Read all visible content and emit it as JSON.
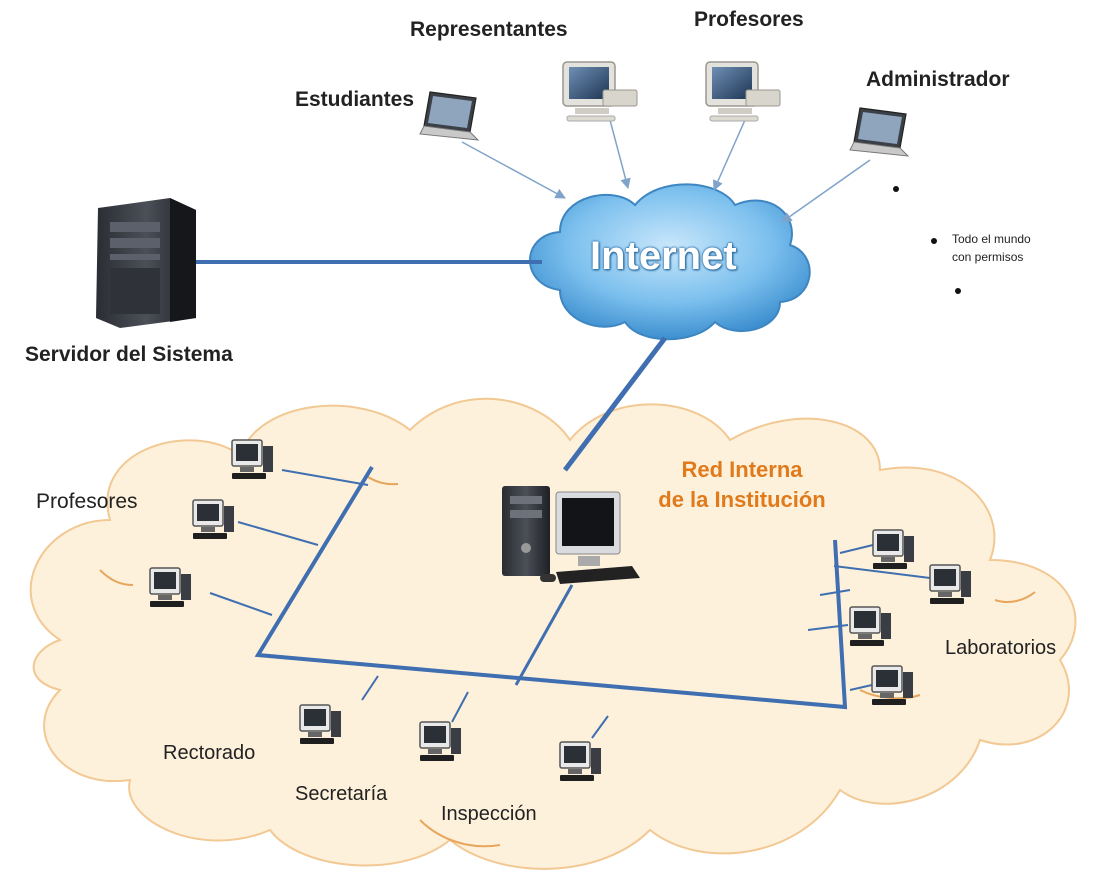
{
  "labels": {
    "estudiantes": "Estudiantes",
    "representantes": "Representantes",
    "profesores_top": "Profesores",
    "administrador": "Administrador",
    "internet": "Internet",
    "servidor": "Servidor del Sistema",
    "red_interna_line1": "Red Interna",
    "red_interna_line2": "de la Institución",
    "profesores_left": "Profesores",
    "laboratorios": "Laboratorios",
    "rectorado": "Rectorado",
    "secretaria": "Secretaría",
    "inspeccion": "Inspección",
    "todo_line1": "Todo el mundo",
    "todo_line2": "con permisos"
  },
  "colors": {
    "link": "#3f6fb0",
    "arrow": "#7fa3c9",
    "cloud_fill": "#fdf1dc",
    "cloud_edge": "#e8a65c",
    "internet_cloud": "#5aa9e0",
    "accent": "#e07a1a"
  },
  "icons": [
    "laptop-icon",
    "desktop-icon",
    "server-tower-icon",
    "workstation-icon"
  ]
}
